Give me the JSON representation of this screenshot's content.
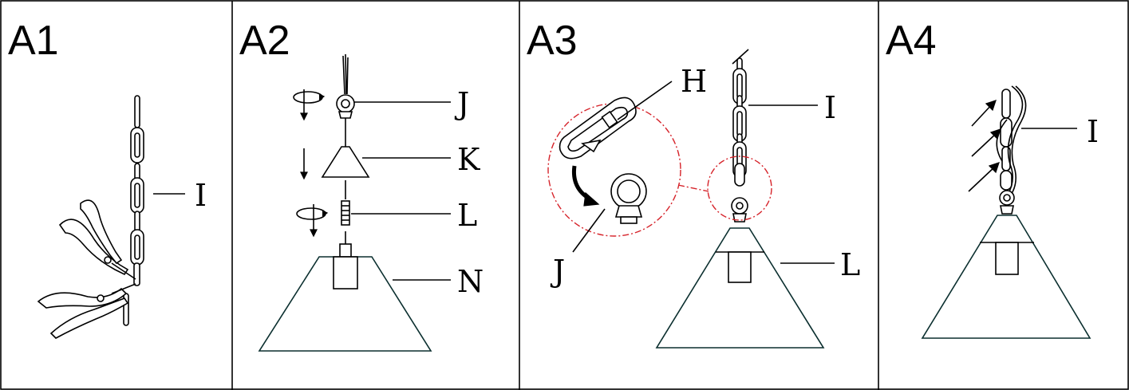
{
  "panels": [
    {
      "id": "A1",
      "title": "A1",
      "callouts": [
        "I"
      ]
    },
    {
      "id": "A2",
      "title": "A2",
      "callouts": [
        "J",
        "K",
        "L",
        "N"
      ]
    },
    {
      "id": "A3",
      "title": "A3",
      "callouts": [
        "H",
        "I",
        "J",
        "L"
      ]
    },
    {
      "id": "A4",
      "title": "A4",
      "callouts": [
        "I"
      ]
    }
  ],
  "colors": {
    "outline": "#000000",
    "shade_outline": "#0b2f2f",
    "detail_circle": "#d6232a"
  }
}
